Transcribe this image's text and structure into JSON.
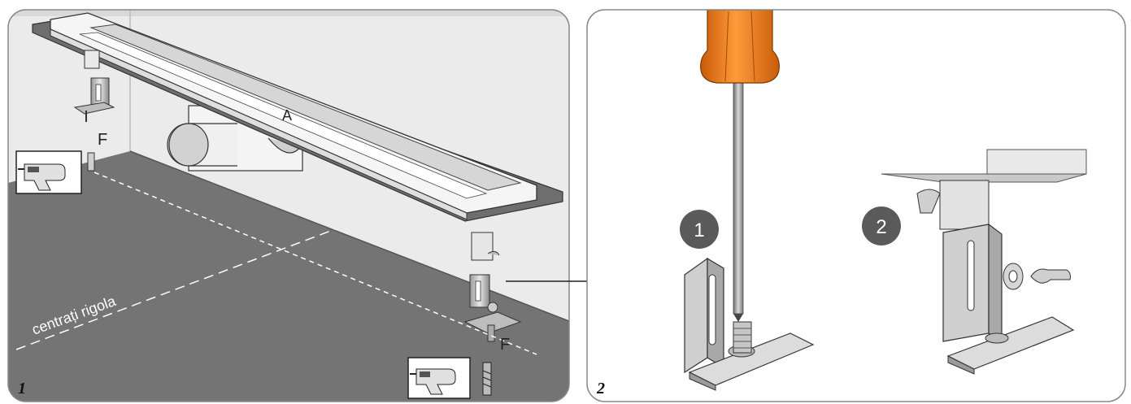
{
  "panel1": {
    "number": "1",
    "label_a": "A",
    "label_f_top": "F",
    "label_f_bottom": "F",
    "center_text": "centrați rigola"
  },
  "panel2": {
    "number": "2",
    "step1": "1",
    "step2": "2"
  },
  "colors": {
    "floor": "#747474",
    "wall": "#e6e6e6",
    "handle": "#f07a1a",
    "badge": "#5a5a5a"
  }
}
